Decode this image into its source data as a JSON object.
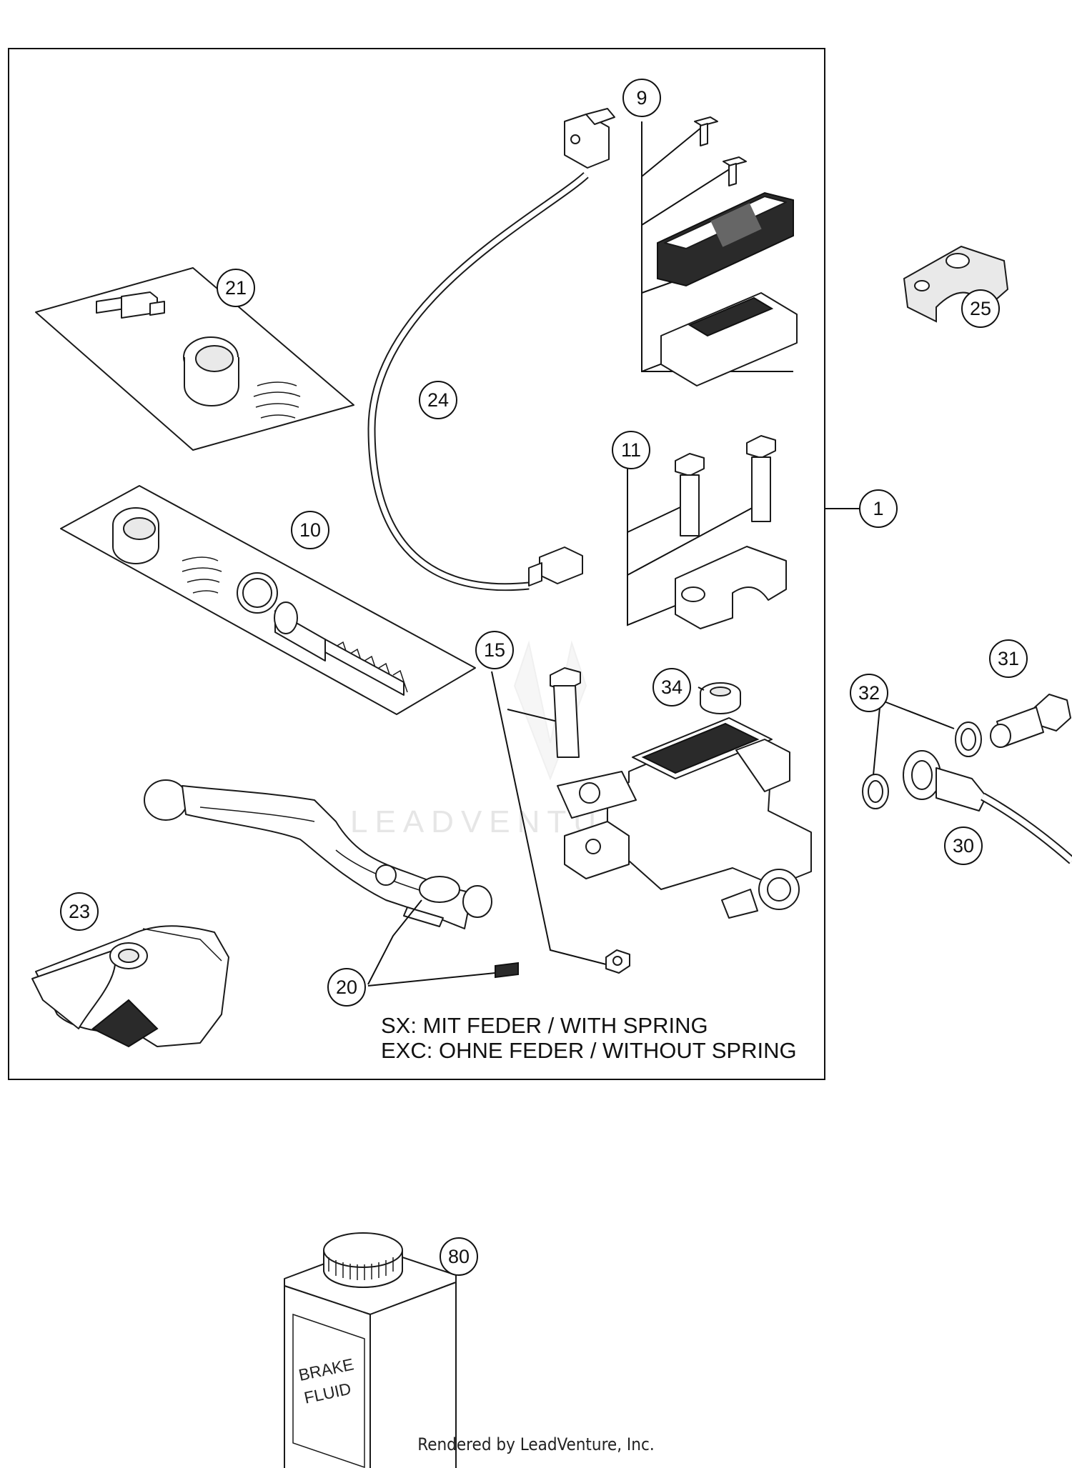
{
  "callouts": [
    {
      "id": "1",
      "label": "1"
    },
    {
      "id": "9",
      "label": "9"
    },
    {
      "id": "10",
      "label": "10"
    },
    {
      "id": "11",
      "label": "11"
    },
    {
      "id": "15",
      "label": "15"
    },
    {
      "id": "20",
      "label": "20"
    },
    {
      "id": "21",
      "label": "21"
    },
    {
      "id": "23",
      "label": "23"
    },
    {
      "id": "24",
      "label": "24"
    },
    {
      "id": "25",
      "label": "25"
    },
    {
      "id": "30",
      "label": "30"
    },
    {
      "id": "31",
      "label": "31"
    },
    {
      "id": "32",
      "label": "32"
    },
    {
      "id": "34",
      "label": "34"
    },
    {
      "id": "80",
      "label": "80"
    }
  ],
  "notes": {
    "line1": "SX: MIT FEDER / WITH SPRING",
    "line2": "EXC: OHNE FEDER / WITHOUT SPRING"
  },
  "bottle": {
    "line1": "BRAKE",
    "line2": "FLUID"
  },
  "watermark": "LEADVENTURE",
  "footer": "Rendered by LeadVenture, Inc."
}
